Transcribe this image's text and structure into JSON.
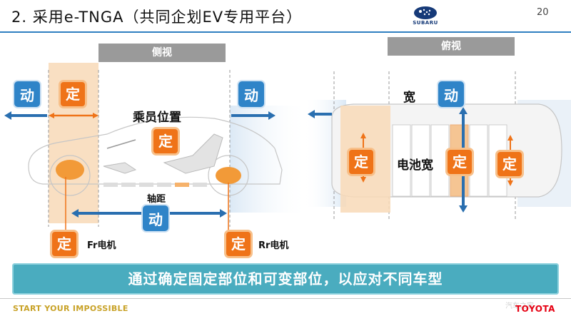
{
  "header": {
    "title": "2. 采用e-TNGA（共同企划EV专用平台）",
    "page_number": "20",
    "brand_logo_text": "SUBARU"
  },
  "side_view": {
    "label": "侧视",
    "front_arrow_box": "动",
    "front_fixed_box": "定",
    "rear_arrow_box": "动",
    "passenger_label": "乘员位置",
    "passenger_box": "定",
    "wheelbase_label": "轴距",
    "wheelbase_box": "动",
    "front_motor_box": "定",
    "front_motor_label": "Fr电机",
    "rear_motor_box": "定",
    "rear_motor_label": "Rr电机"
  },
  "top_view": {
    "label": "俯视",
    "width_label": "宽",
    "width_box": "动",
    "front_box": "定",
    "battery_label": "电池宽",
    "battery_box": "定",
    "rear_box": "定"
  },
  "banner": {
    "text": "通过确定固定部位和可变部位，以应对不同车型"
  },
  "footer": {
    "slogan": "START YOUR IMPOSSIBLE",
    "brand": "TOYOTA",
    "watermark": "汽车之家"
  },
  "colors": {
    "dong_blue": "#2f84c8",
    "ding_orange": "#ef7318",
    "banner_teal": "#4aacbf",
    "title_rule": "#2f7fc1"
  }
}
